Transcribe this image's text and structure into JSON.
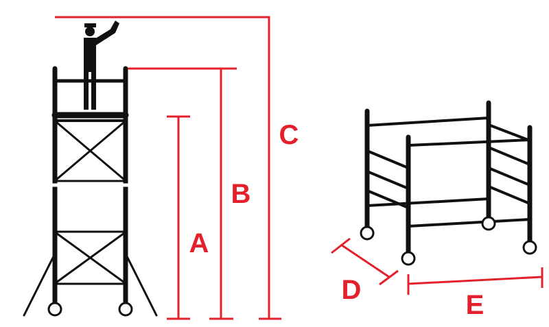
{
  "colors": {
    "dimension": "#e3202b",
    "structure": "#111111"
  },
  "labels": {
    "A": "A",
    "B": "B",
    "C": "C",
    "D": "D",
    "E": "E"
  }
}
